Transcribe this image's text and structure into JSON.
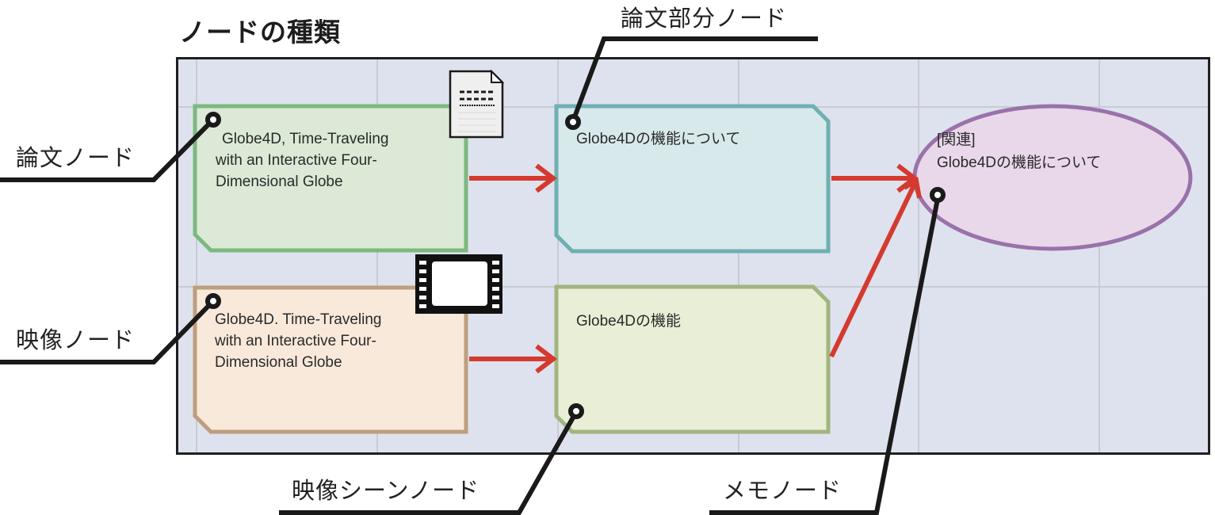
{
  "title": "ノードの種類",
  "callouts": {
    "paper_node": "論文ノード",
    "video_node": "映像ノード",
    "paper_part_node": "論文部分ノード",
    "video_scene_node": "映像シーンノード",
    "memo_node": "メモノード"
  },
  "nodes": {
    "paper": {
      "lines": [
        "Globe4D, Time-Traveling",
        "with an Interactive Four-",
        "Dimensional Globe"
      ],
      "icon": "document-icon",
      "fill": "#dbe9d6",
      "stroke": "#7cb97e"
    },
    "video": {
      "lines": [
        "Globe4D. Time-Traveling",
        "with an Interactive Four-",
        "Dimensional Globe"
      ],
      "icon": "film-icon",
      "fill": "#f9e9da",
      "stroke": "#bd9e7e"
    },
    "paper_part": {
      "lines": [
        "Globe4Dの機能について"
      ],
      "fill": "#d8e9eb",
      "stroke": "#6fb0b2"
    },
    "video_scene": {
      "lines": [
        "Globe4Dの機能"
      ],
      "fill": "#e8efd6",
      "stroke": "#a2b47f"
    },
    "memo": {
      "lines": [
        "[関連]",
        "Globe4Dの機能について"
      ],
      "fill": "#e9d8ea",
      "stroke": "#9a72aa"
    }
  },
  "edges": [
    {
      "from": "paper",
      "to": "paper_part"
    },
    {
      "from": "video",
      "to": "video_scene"
    },
    {
      "from": "paper_part",
      "to": "memo"
    },
    {
      "from": "video_scene",
      "to": "memo"
    }
  ],
  "colors": {
    "arrow": "#d43a2f",
    "canvas_bg": "#dee2ee",
    "grid": "#c8cbd2",
    "callout_line": "#1a1a1a"
  }
}
